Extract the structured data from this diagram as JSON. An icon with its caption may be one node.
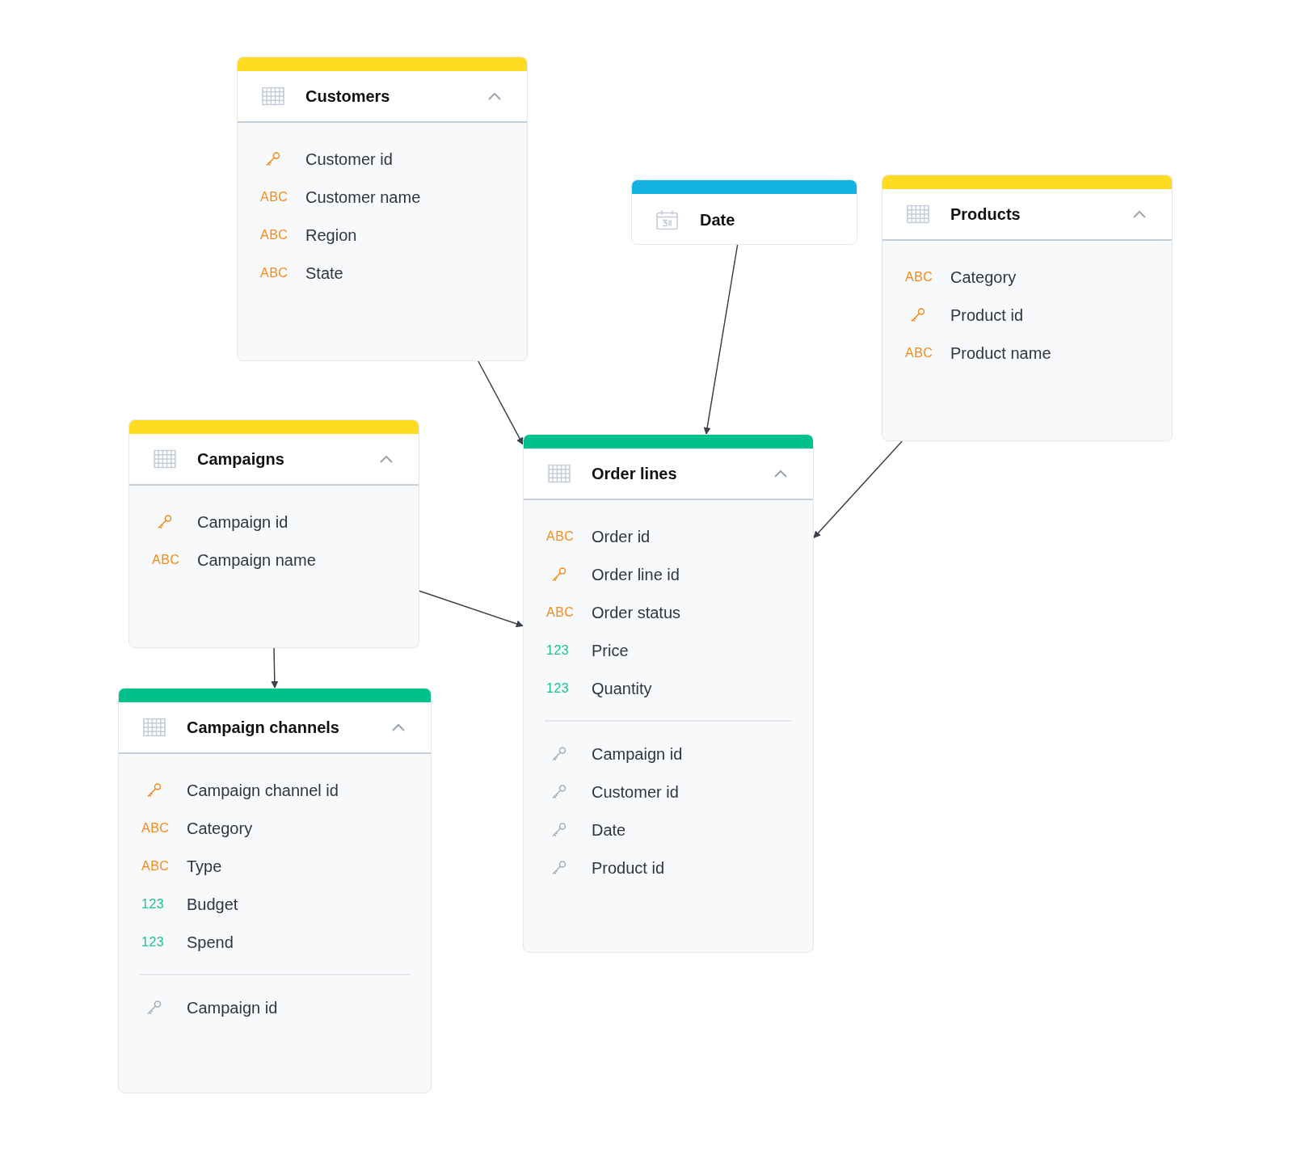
{
  "diagram": {
    "nodes": [
      {
        "text": [
          "Customers",
          "Customer id",
          "ABC",
          "Customer name",
          "ABC",
          "Region",
          "ABC",
          "State"
        ]
      },
      {
        "text": [
          "Date"
        ]
      },
      {
        "text": [
          "Products",
          "ABC",
          "Category",
          "Product id",
          "ABC",
          "Product name"
        ]
      },
      {
        "text": [
          "Campaigns",
          "Campaign id",
          "ABC",
          "Campaign name"
        ]
      },
      {
        "text": [
          "Order lines",
          "ABC",
          "Order id",
          "Order line id",
          "ABC",
          "Order status",
          "123",
          "Price",
          "123",
          "Quantity",
          "Campaign id",
          "Customer id",
          "Date",
          "Product id"
        ]
      },
      {
        "text": [
          "Campaign channels",
          "Campaign channel id",
          "ABC",
          "Category",
          "ABC",
          "Type",
          "123",
          "Budget",
          "123",
          "Spend",
          "Campaign id"
        ]
      }
    ],
    "edges": [
      {
        "from": 0,
        "to": 4,
        "arrow": "to"
      },
      {
        "from": 1,
        "to": 4,
        "arrow": "to"
      },
      {
        "from": 2,
        "to": 4,
        "arrow": "to"
      },
      {
        "from": 3,
        "to": 4,
        "arrow": "to"
      },
      {
        "from": 3,
        "to": 5,
        "arrow": "to"
      }
    ]
  }
}
